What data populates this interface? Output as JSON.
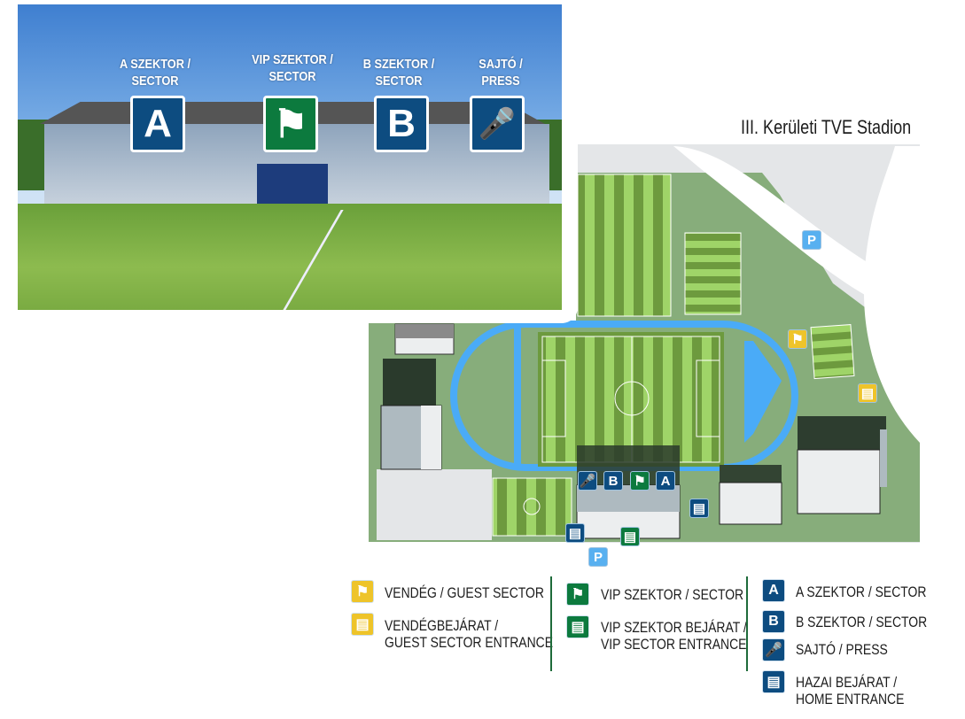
{
  "photo": {
    "labels": [
      {
        "text1": "A SZEKTOR /",
        "text2": "SECTOR",
        "icon": "A"
      },
      {
        "text1": "VIP SZEKTOR /",
        "text2": "SECTOR",
        "icon": "flag-icon"
      },
      {
        "text1": "B SZEKTOR /",
        "text2": "SECTOR",
        "icon": "B"
      },
      {
        "text1": "SAJTÓ /",
        "text2": "PRESS",
        "icon": "microphone-icon"
      }
    ]
  },
  "map": {
    "title": "III. Kerületi TVE Stadion",
    "markers": {
      "a": "A",
      "b": "B",
      "parking": "P"
    }
  },
  "legend": {
    "col1": [
      {
        "icon": "flag-icon",
        "color": "#eec42a",
        "line1": "VENDÉG / GUEST SECTOR",
        "line2": ""
      },
      {
        "icon": "ticket-icon",
        "color": "#eec42a",
        "line1": "VENDÉGBEJÁRAT /",
        "line2": "GUEST SECTOR ENTRANCE"
      }
    ],
    "col2": [
      {
        "icon": "flag-icon",
        "color": "#0c7a3e",
        "line1": "VIP SZEKTOR / SECTOR",
        "line2": ""
      },
      {
        "icon": "ticket-icon",
        "color": "#0c7a3e",
        "line1": "VIP SZEKTOR BEJÁRAT /",
        "line2": "VIP SECTOR ENTRANCE"
      }
    ],
    "col3": [
      {
        "icon": "A",
        "color": "#0d4c80",
        "line1": "A SZEKTOR / SECTOR",
        "line2": ""
      },
      {
        "icon": "B",
        "color": "#0d4c80",
        "line1": "B SZEKTOR / SECTOR",
        "line2": ""
      },
      {
        "icon": "microphone-icon",
        "color": "#0d4c80",
        "line1": "SAJTÓ / PRESS",
        "line2": ""
      },
      {
        "icon": "ticket-icon",
        "color": "#0d4c80",
        "line1": "HAZAI BEJÁRAT /",
        "line2": "HOME ENTRANCE"
      }
    ]
  }
}
